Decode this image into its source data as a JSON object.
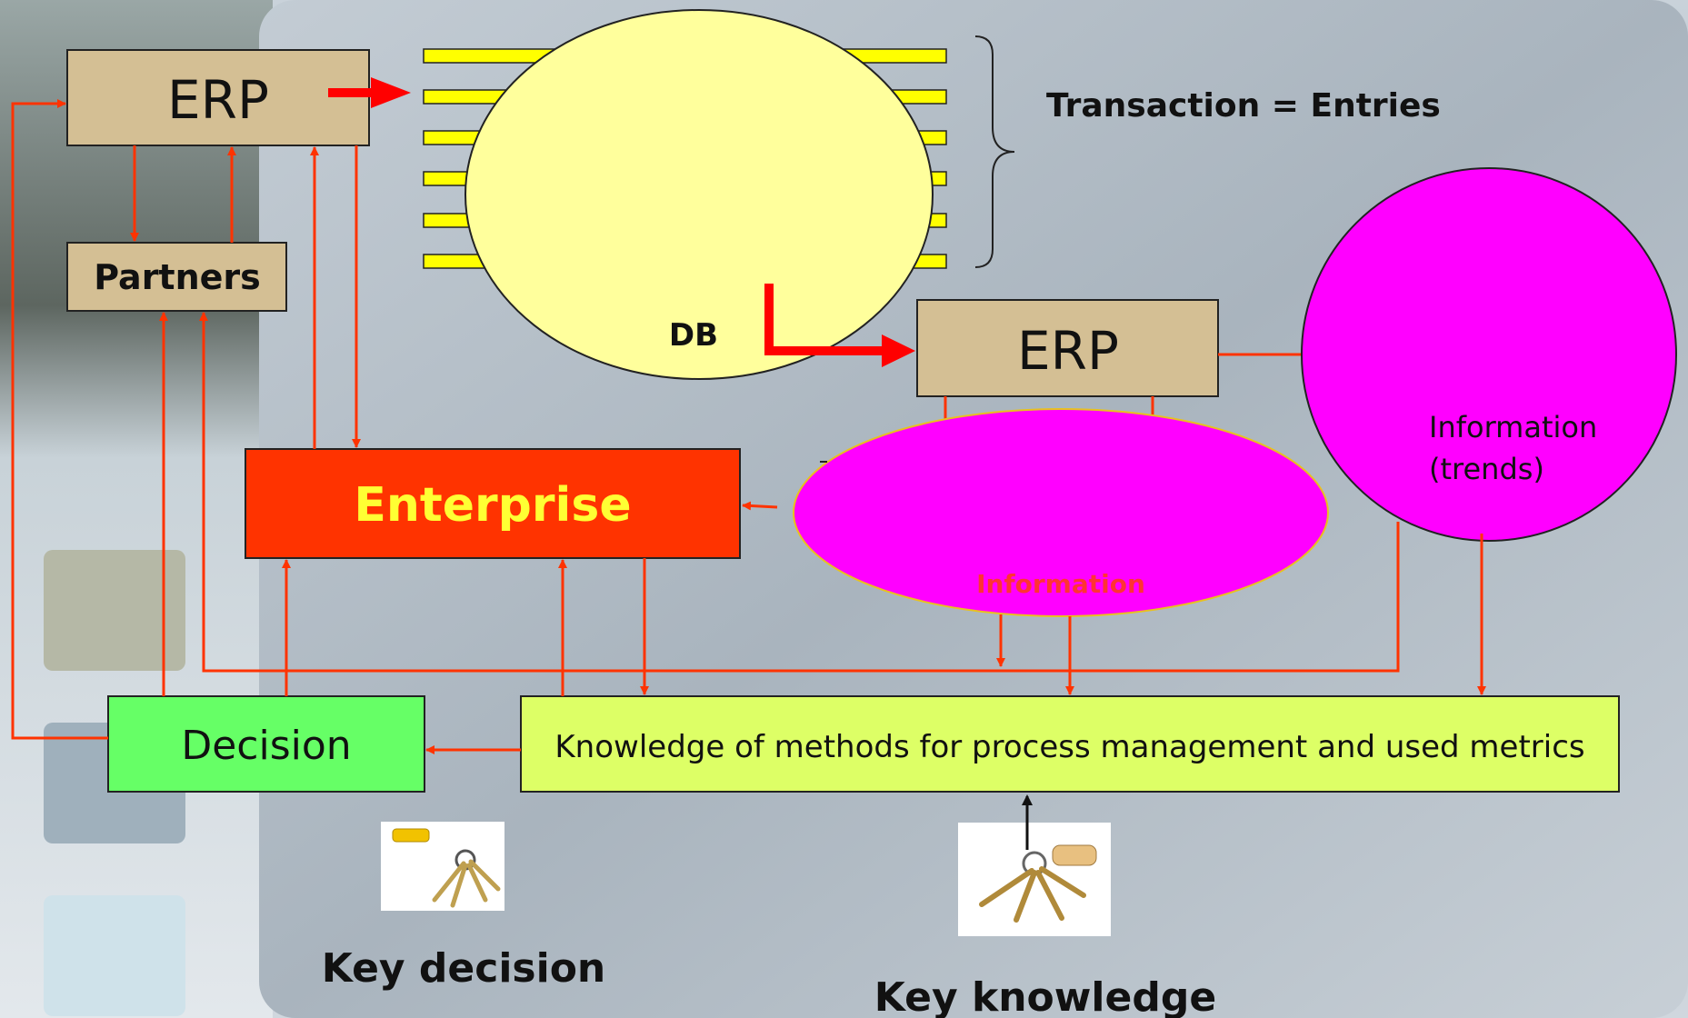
{
  "nodes": {
    "erp_top": "ERP",
    "partners": "Partners",
    "db": "DB",
    "transaction": "Transaction = Entries",
    "erp_mid": "ERP",
    "enterprise": "Enterprise",
    "information_oval": "Information",
    "information_trends_line1": "Information",
    "information_trends_line2": "(trends)",
    "decision": "Decision",
    "knowledge": "Knowledge of methods for process management and used metrics",
    "key_decision": "Key decision",
    "key_knowledge": "Key knowledge"
  },
  "colors": {
    "erp_fill": "#d4bf94",
    "db_fill": "#ffff9c",
    "stripe_fill": "#ffff00",
    "enterprise_fill": "#ff3300",
    "enterprise_text": "#ffff33",
    "magenta": "#ff00ff",
    "decision_fill": "#66ff66",
    "knowledge_fill": "#ddff66",
    "arrow": "#ff3300",
    "big_arrow": "#ff0000"
  }
}
